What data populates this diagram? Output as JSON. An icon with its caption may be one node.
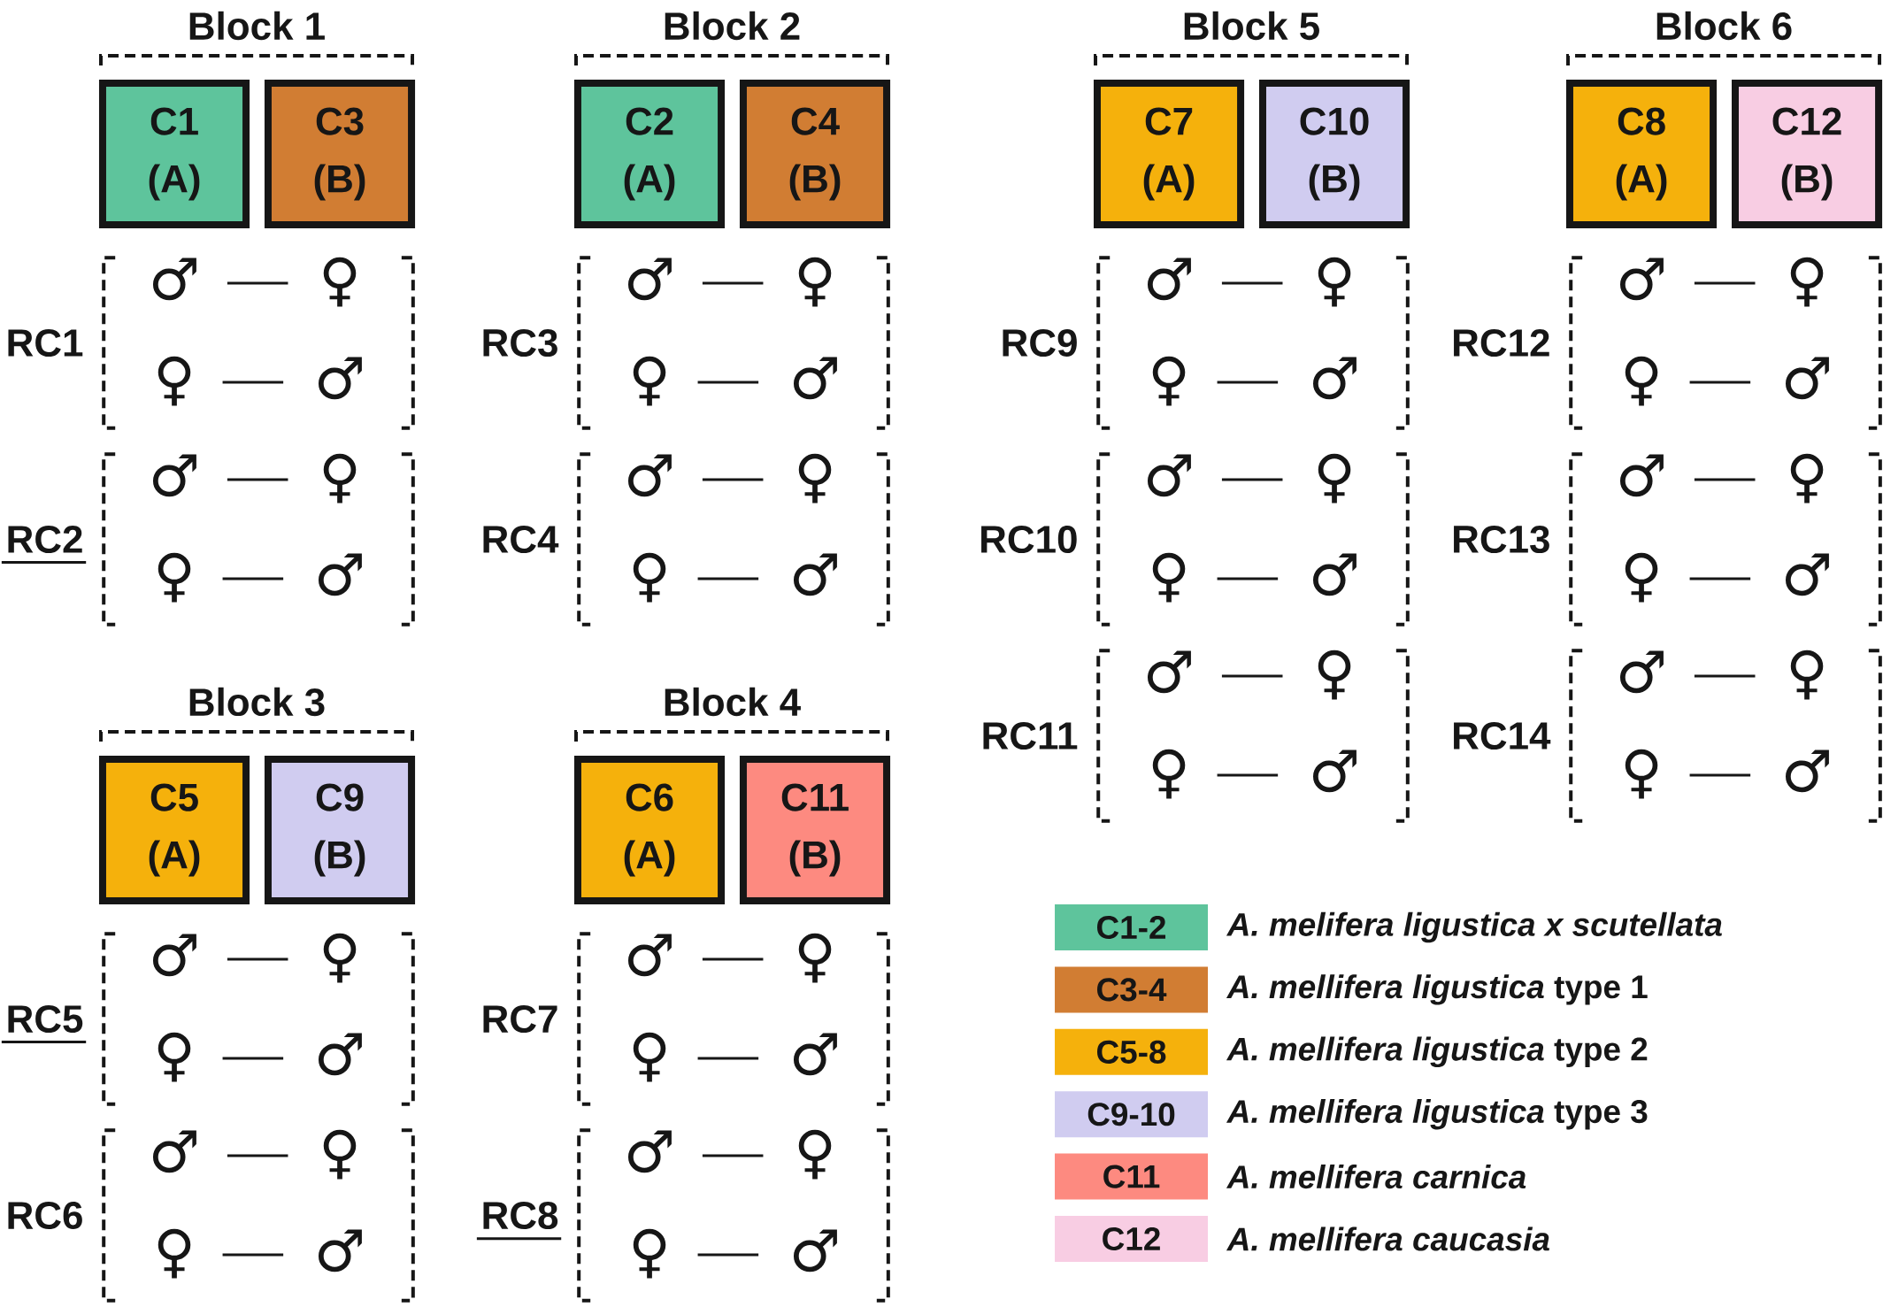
{
  "diagram": {
    "nodes": [
      {
        "text": [
          "C1",
          "(A)"
        ]
      },
      {
        "text": [
          "C3",
          "(B)"
        ]
      },
      {
        "text": [
          "RC1"
        ]
      },
      {
        "text": [
          "♂"
        ],
        "in": 2
      },
      {
        "text": [
          "♀"
        ],
        "in": 2
      },
      {
        "text": [
          "♀"
        ],
        "in": 2
      },
      {
        "text": [
          "♂"
        ],
        "in": 2
      },
      {
        "text": [
          "RC2"
        ]
      },
      {
        "text": [
          "♂"
        ],
        "in": 7
      },
      {
        "text": [
          "♀"
        ],
        "in": 7
      },
      {
        "text": [
          "♀"
        ],
        "in": 7
      },
      {
        "text": [
          "♂"
        ],
        "in": 7
      },
      {
        "text": [
          "C2",
          "(A)"
        ]
      },
      {
        "text": [
          "C4",
          "(B)"
        ]
      },
      {
        "text": [
          "RC3"
        ]
      },
      {
        "text": [
          "♂"
        ],
        "in": 14
      },
      {
        "text": [
          "♀"
        ],
        "in": 14
      },
      {
        "text": [
          "♀"
        ],
        "in": 14
      },
      {
        "text": [
          "♂"
        ],
        "in": 14
      },
      {
        "text": [
          "RC4"
        ]
      },
      {
        "text": [
          "♂"
        ],
        "in": 19
      },
      {
        "text": [
          "♀"
        ],
        "in": 19
      },
      {
        "text": [
          "♀"
        ],
        "in": 19
      },
      {
        "text": [
          "♂"
        ],
        "in": 19
      },
      {
        "text": [
          "C7",
          "(A)"
        ]
      },
      {
        "text": [
          "C10",
          "(B)"
        ]
      },
      {
        "text": [
          "RC9"
        ]
      },
      {
        "text": [
          "♂"
        ],
        "in": 26
      },
      {
        "text": [
          "♀"
        ],
        "in": 26
      },
      {
        "text": [
          "♀"
        ],
        "in": 26
      },
      {
        "text": [
          "♂"
        ],
        "in": 26
      },
      {
        "text": [
          "RC10"
        ]
      },
      {
        "text": [
          "♂"
        ],
        "in": 31
      },
      {
        "text": [
          "♀"
        ],
        "in": 31
      },
      {
        "text": [
          "♀"
        ],
        "in": 31
      },
      {
        "text": [
          "♂"
        ],
        "in": 31
      },
      {
        "text": [
          "RC11"
        ]
      },
      {
        "text": [
          "♂"
        ],
        "in": 36
      },
      {
        "text": [
          "♀"
        ],
        "in": 36
      },
      {
        "text": [
          "♀"
        ],
        "in": 36
      },
      {
        "text": [
          "♂"
        ],
        "in": 36
      },
      {
        "text": [
          "C8",
          "(A)"
        ]
      },
      {
        "text": [
          "C12",
          "(B)"
        ]
      },
      {
        "text": [
          "RC12"
        ]
      },
      {
        "text": [
          "♂"
        ],
        "in": 43
      },
      {
        "text": [
          "♀"
        ],
        "in": 43
      },
      {
        "text": [
          "♀"
        ],
        "in": 43
      },
      {
        "text": [
          "♂"
        ],
        "in": 43
      },
      {
        "text": [
          "RC13"
        ]
      },
      {
        "text": [
          "♂"
        ],
        "in": 48
      },
      {
        "text": [
          "♀"
        ],
        "in": 48
      },
      {
        "text": [
          "♀"
        ],
        "in": 48
      },
      {
        "text": [
          "♂"
        ],
        "in": 48
      },
      {
        "text": [
          "RC14"
        ]
      },
      {
        "text": [
          "♂"
        ],
        "in": 53
      },
      {
        "text": [
          "♀"
        ],
        "in": 53
      },
      {
        "text": [
          "♀"
        ],
        "in": 53
      },
      {
        "text": [
          "♂"
        ],
        "in": 53
      },
      {
        "text": [
          "C5",
          "(A)"
        ]
      },
      {
        "text": [
          "C9",
          "(B)"
        ]
      },
      {
        "text": [
          "RC5"
        ]
      },
      {
        "text": [
          "♂"
        ],
        "in": 60
      },
      {
        "text": [
          "♀"
        ],
        "in": 60
      },
      {
        "text": [
          "♀"
        ],
        "in": 60
      },
      {
        "text": [
          "♂"
        ],
        "in": 60
      },
      {
        "text": [
          "RC6"
        ]
      },
      {
        "text": [
          "♂"
        ],
        "in": 65
      },
      {
        "text": [
          "♀"
        ],
        "in": 65
      },
      {
        "text": [
          "♀"
        ],
        "in": 65
      },
      {
        "text": [
          "♂"
        ],
        "in": 65
      },
      {
        "text": [
          "C6",
          "(A)"
        ]
      },
      {
        "text": [
          "C11",
          "(B)"
        ]
      },
      {
        "text": [
          "RC7"
        ]
      },
      {
        "text": [
          "♂"
        ],
        "in": 72
      },
      {
        "text": [
          "♀"
        ],
        "in": 72
      },
      {
        "text": [
          "♀"
        ],
        "in": 72
      },
      {
        "text": [
          "♂"
        ],
        "in": 72
      },
      {
        "text": [
          "RC8"
        ]
      },
      {
        "text": [
          "♂"
        ],
        "in": 77
      },
      {
        "text": [
          "♀"
        ],
        "in": 77
      },
      {
        "text": [
          "♀"
        ],
        "in": 77
      },
      {
        "text": [
          "♂"
        ],
        "in": 77
      }
    ],
    "edges": [
      {
        "from": 3,
        "to": 4,
        "arrow": "none"
      },
      {
        "from": 5,
        "to": 6,
        "arrow": "none"
      },
      {
        "from": 8,
        "to": 9,
        "arrow": "none"
      },
      {
        "from": 10,
        "to": 11,
        "arrow": "none"
      },
      {
        "from": 15,
        "to": 16,
        "arrow": "none"
      },
      {
        "from": 17,
        "to": 18,
        "arrow": "none"
      },
      {
        "from": 20,
        "to": 21,
        "arrow": "none"
      },
      {
        "from": 22,
        "to": 23,
        "arrow": "none"
      },
      {
        "from": 27,
        "to": 28,
        "arrow": "none"
      },
      {
        "from": 29,
        "to": 30,
        "arrow": "none"
      },
      {
        "from": 32,
        "to": 33,
        "arrow": "none"
      },
      {
        "from": 34,
        "to": 35,
        "arrow": "none"
      },
      {
        "from": 37,
        "to": 38,
        "arrow": "none"
      },
      {
        "from": 39,
        "to": 40,
        "arrow": "none"
      },
      {
        "from": 44,
        "to": 45,
        "arrow": "none"
      },
      {
        "from": 46,
        "to": 47,
        "arrow": "none"
      },
      {
        "from": 49,
        "to": 50,
        "arrow": "none"
      },
      {
        "from": 51,
        "to": 52,
        "arrow": "none"
      },
      {
        "from": 54,
        "to": 55,
        "arrow": "none"
      },
      {
        "from": 56,
        "to": 57,
        "arrow": "none"
      },
      {
        "from": 61,
        "to": 62,
        "arrow": "none"
      },
      {
        "from": 63,
        "to": 64,
        "arrow": "none"
      },
      {
        "from": 66,
        "to": 67,
        "arrow": "none"
      },
      {
        "from": 68,
        "to": 69,
        "arrow": "none"
      },
      {
        "from": 73,
        "to": 74,
        "arrow": "none"
      },
      {
        "from": 75,
        "to": 76,
        "arrow": "none"
      },
      {
        "from": 78,
        "to": 79,
        "arrow": "none"
      },
      {
        "from": 80,
        "to": 81,
        "arrow": "none"
      }
    ],
    "labels": [
      "Block 1",
      "Block 2",
      "Block 5",
      "Block 6",
      "Block 3",
      "Block 4",
      "C1-2",
      "C3-4",
      "C5-8",
      "C9-10",
      "C11",
      "C12"
    ],
    "legend": [
      {
        "text": "A. melifera ligustica x scutellata",
        "color": "#5EC49C"
      },
      {
        "text": "*A. mellifera ligustica* type 1",
        "color": "#D17D33"
      },
      {
        "text": "*A. mellifera ligustica* type 2",
        "color": "#F5B10C"
      },
      {
        "text": "*A. mellifera ligustica* type 3",
        "color": "#D0CCF0"
      },
      {
        "text": "A. mellifera carnica",
        "color": "#FD8A80"
      },
      {
        "text": "A. mellifera caucasia",
        "color": "#F8CDE3"
      }
    ]
  }
}
